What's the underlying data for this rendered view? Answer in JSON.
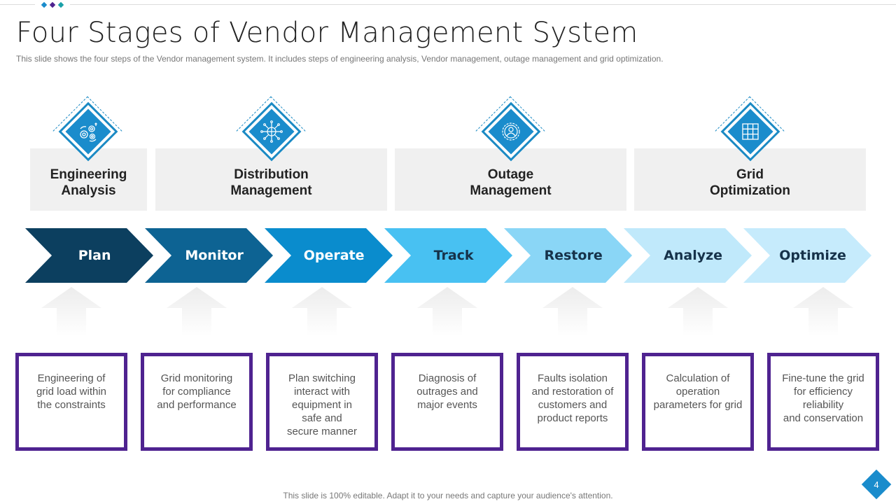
{
  "header": {
    "title": "Four Stages of Vendor Management System",
    "subtitle": "This slide shows the four steps of the Vendor management system. It includes steps of engineering analysis, Vendor management, outage management and grid optimization.",
    "decor_dot_colors": [
      "#1a8ccc",
      "#4f2390",
      "#1aa0a8"
    ]
  },
  "stages": [
    {
      "line1": "Engineering",
      "line2": "Analysis",
      "icon": "gears-icon"
    },
    {
      "line1": "Distribution",
      "line2": "Management",
      "icon": "network-globe-icon"
    },
    {
      "line1": "Outage",
      "line2": "Management",
      "icon": "user-gear-icon"
    },
    {
      "line1": "Grid",
      "line2": "Optimization",
      "icon": "grid-icon"
    }
  ],
  "steps": [
    {
      "label": "Plan",
      "color": "#0c3f5f",
      "text_color": "#ffffff"
    },
    {
      "label": "Monitor",
      "color": "#0d6393",
      "text_color": "#ffffff"
    },
    {
      "label": "Operate",
      "color": "#0a8ccd",
      "text_color": "#ffffff"
    },
    {
      "label": "Track",
      "color": "#48c1f2",
      "text_color": "#16324a"
    },
    {
      "label": "Restore",
      "color": "#8ad6f6",
      "text_color": "#16324a"
    },
    {
      "label": "Analyze",
      "color": "#c0e9fb",
      "text_color": "#16324a"
    },
    {
      "label": "Optimize",
      "color": "#c6ebfc",
      "text_color": "#16324a"
    }
  ],
  "descriptions": [
    [
      "Engineering of",
      "grid load within",
      "the constraints"
    ],
    [
      "Grid monitoring",
      "for compliance",
      "and performance"
    ],
    [
      "Plan switching",
      "interact with",
      "equipment in",
      "safe and",
      "secure manner"
    ],
    [
      "Diagnosis of",
      "outrages and",
      "major events"
    ],
    [
      "Faults isolation",
      "and restoration of",
      "customers and",
      "product reports"
    ],
    [
      "Calculation of",
      "operation",
      "parameters for grid"
    ],
    [
      "Fine-tune the grid",
      "for efficiency",
      "reliability",
      "and conservation"
    ]
  ],
  "footer": {
    "note": "This slide is 100% editable. Adapt it to your needs and capture your audience's attention.",
    "page_number": "4"
  }
}
